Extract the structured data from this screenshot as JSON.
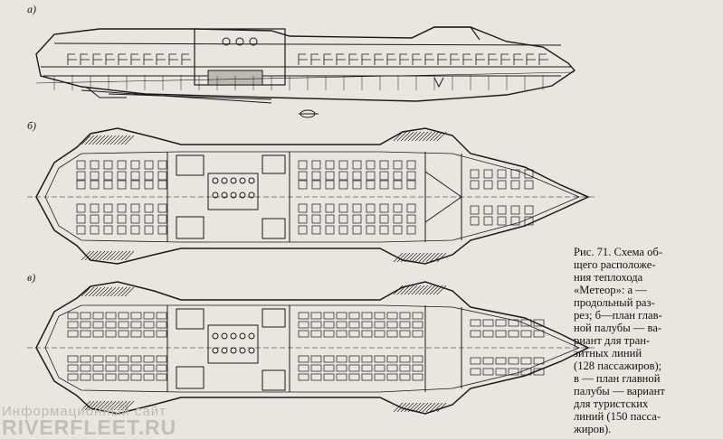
{
  "figure": {
    "labels": {
      "a": "а)",
      "b": "б)",
      "v": "в)"
    },
    "caption": [
      "Рис. 71. Схема об-",
      "щего расположе-",
      "ния теплохода",
      "«Метеор»: а —",
      "продольный раз-",
      "рез; б—план глав-",
      "ной палубы — ва-",
      "риант для тран-",
      "зитных линий",
      "(128 пассажиров);",
      "в — план главной",
      "палубы — вариант",
      "для туристских",
      "линий (150 пасса-",
      "жиров)."
    ]
  },
  "watermark": {
    "line1": "Информационный сайт",
    "line2": "RIVERFLEET.RU"
  },
  "colors": {
    "ink": "#1a1a1a",
    "paper": "#e9e6df",
    "watermark": "#c2bfb8"
  }
}
